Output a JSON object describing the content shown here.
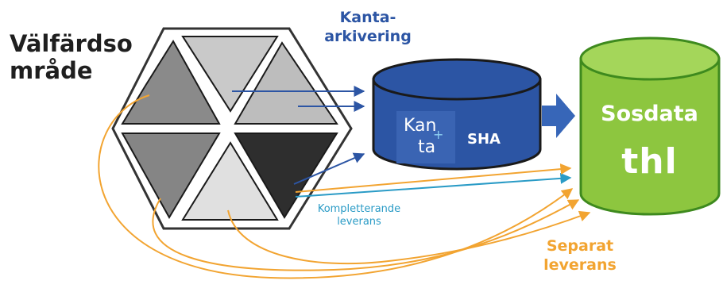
{
  "labels": {
    "region": [
      "Välfärdso",
      "mråde"
    ],
    "kanta_archive": [
      "Kanta-",
      "arkivering"
    ],
    "sha": "SHA",
    "sosdata": "Sosdata",
    "thl": "thl",
    "complementary": [
      "Kompletterande",
      "leverans"
    ],
    "separate": [
      "Separat",
      "leverans"
    ],
    "kanta_logo": [
      "Kan",
      "+",
      "ta"
    ]
  },
  "colors": {
    "kanta_blue": "#2c55a4",
    "sosdata_green": "#8dc63f",
    "separate_orange": "#f2a431",
    "complementary_cyan": "#2a9bc6"
  }
}
